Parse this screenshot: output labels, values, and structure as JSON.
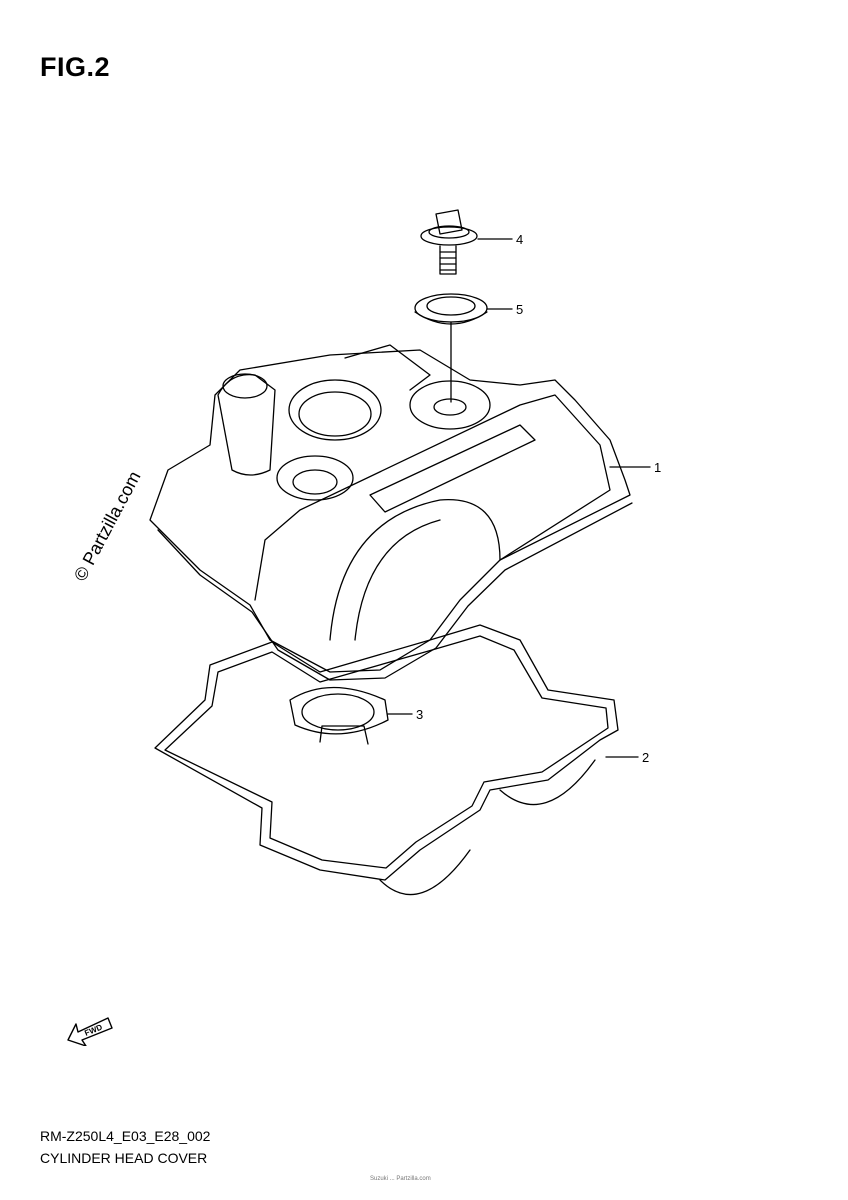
{
  "header": {
    "title": "FIG.2"
  },
  "watermark": {
    "text": "© Partzilla.com"
  },
  "callouts": [
    "1",
    "2",
    "3",
    "4",
    "5"
  ],
  "footer": {
    "code": "RM-Z250L4_E03_E28_002",
    "caption": "CYLINDER HEAD COVER",
    "small_print": "Suzuki ... Partzilla.com"
  },
  "fwd_icon": {
    "label": "FWD"
  }
}
